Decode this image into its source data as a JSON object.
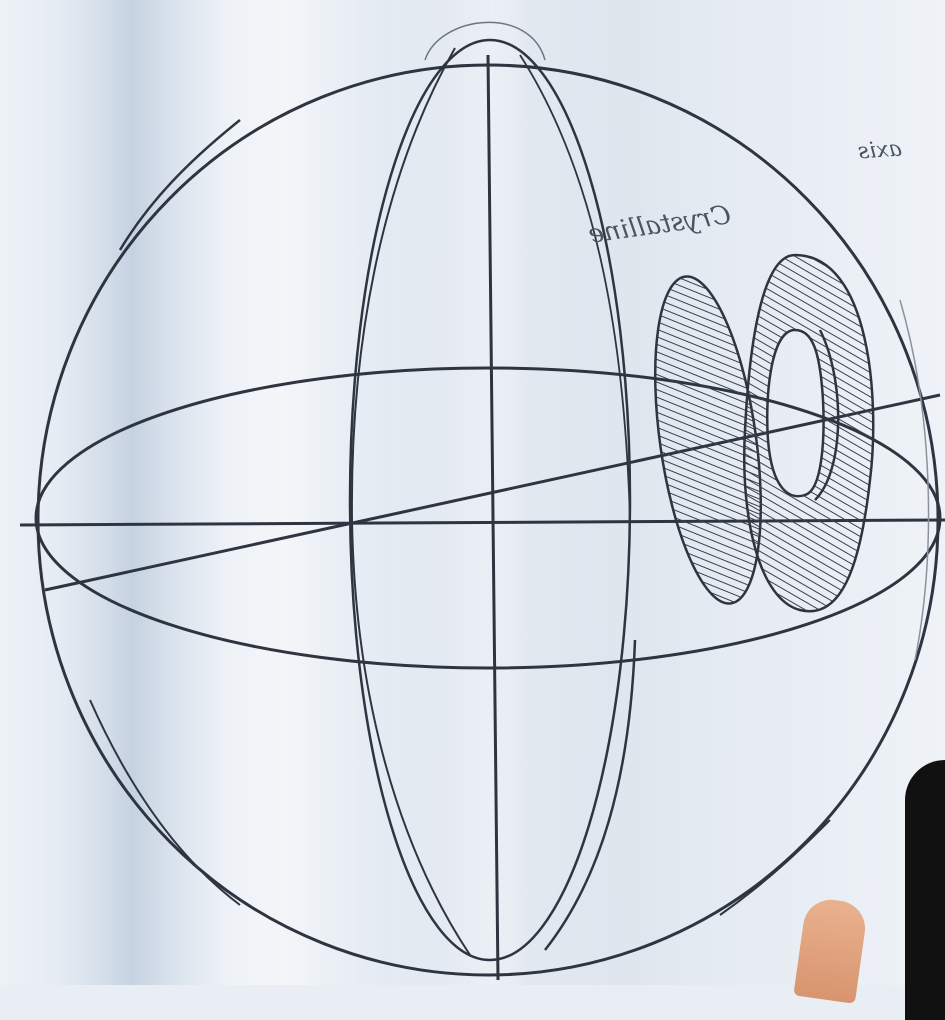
{
  "scene": {
    "description_kind": "photo",
    "annotations": {
      "axis_label": "axis",
      "crystalline_label": "Crystalline"
    },
    "colors": {
      "background": "#e9eef5",
      "stroke": "#2f3540",
      "hatch": "#3a404b",
      "skin": "#e0a07a",
      "clothing": "#111111"
    }
  }
}
